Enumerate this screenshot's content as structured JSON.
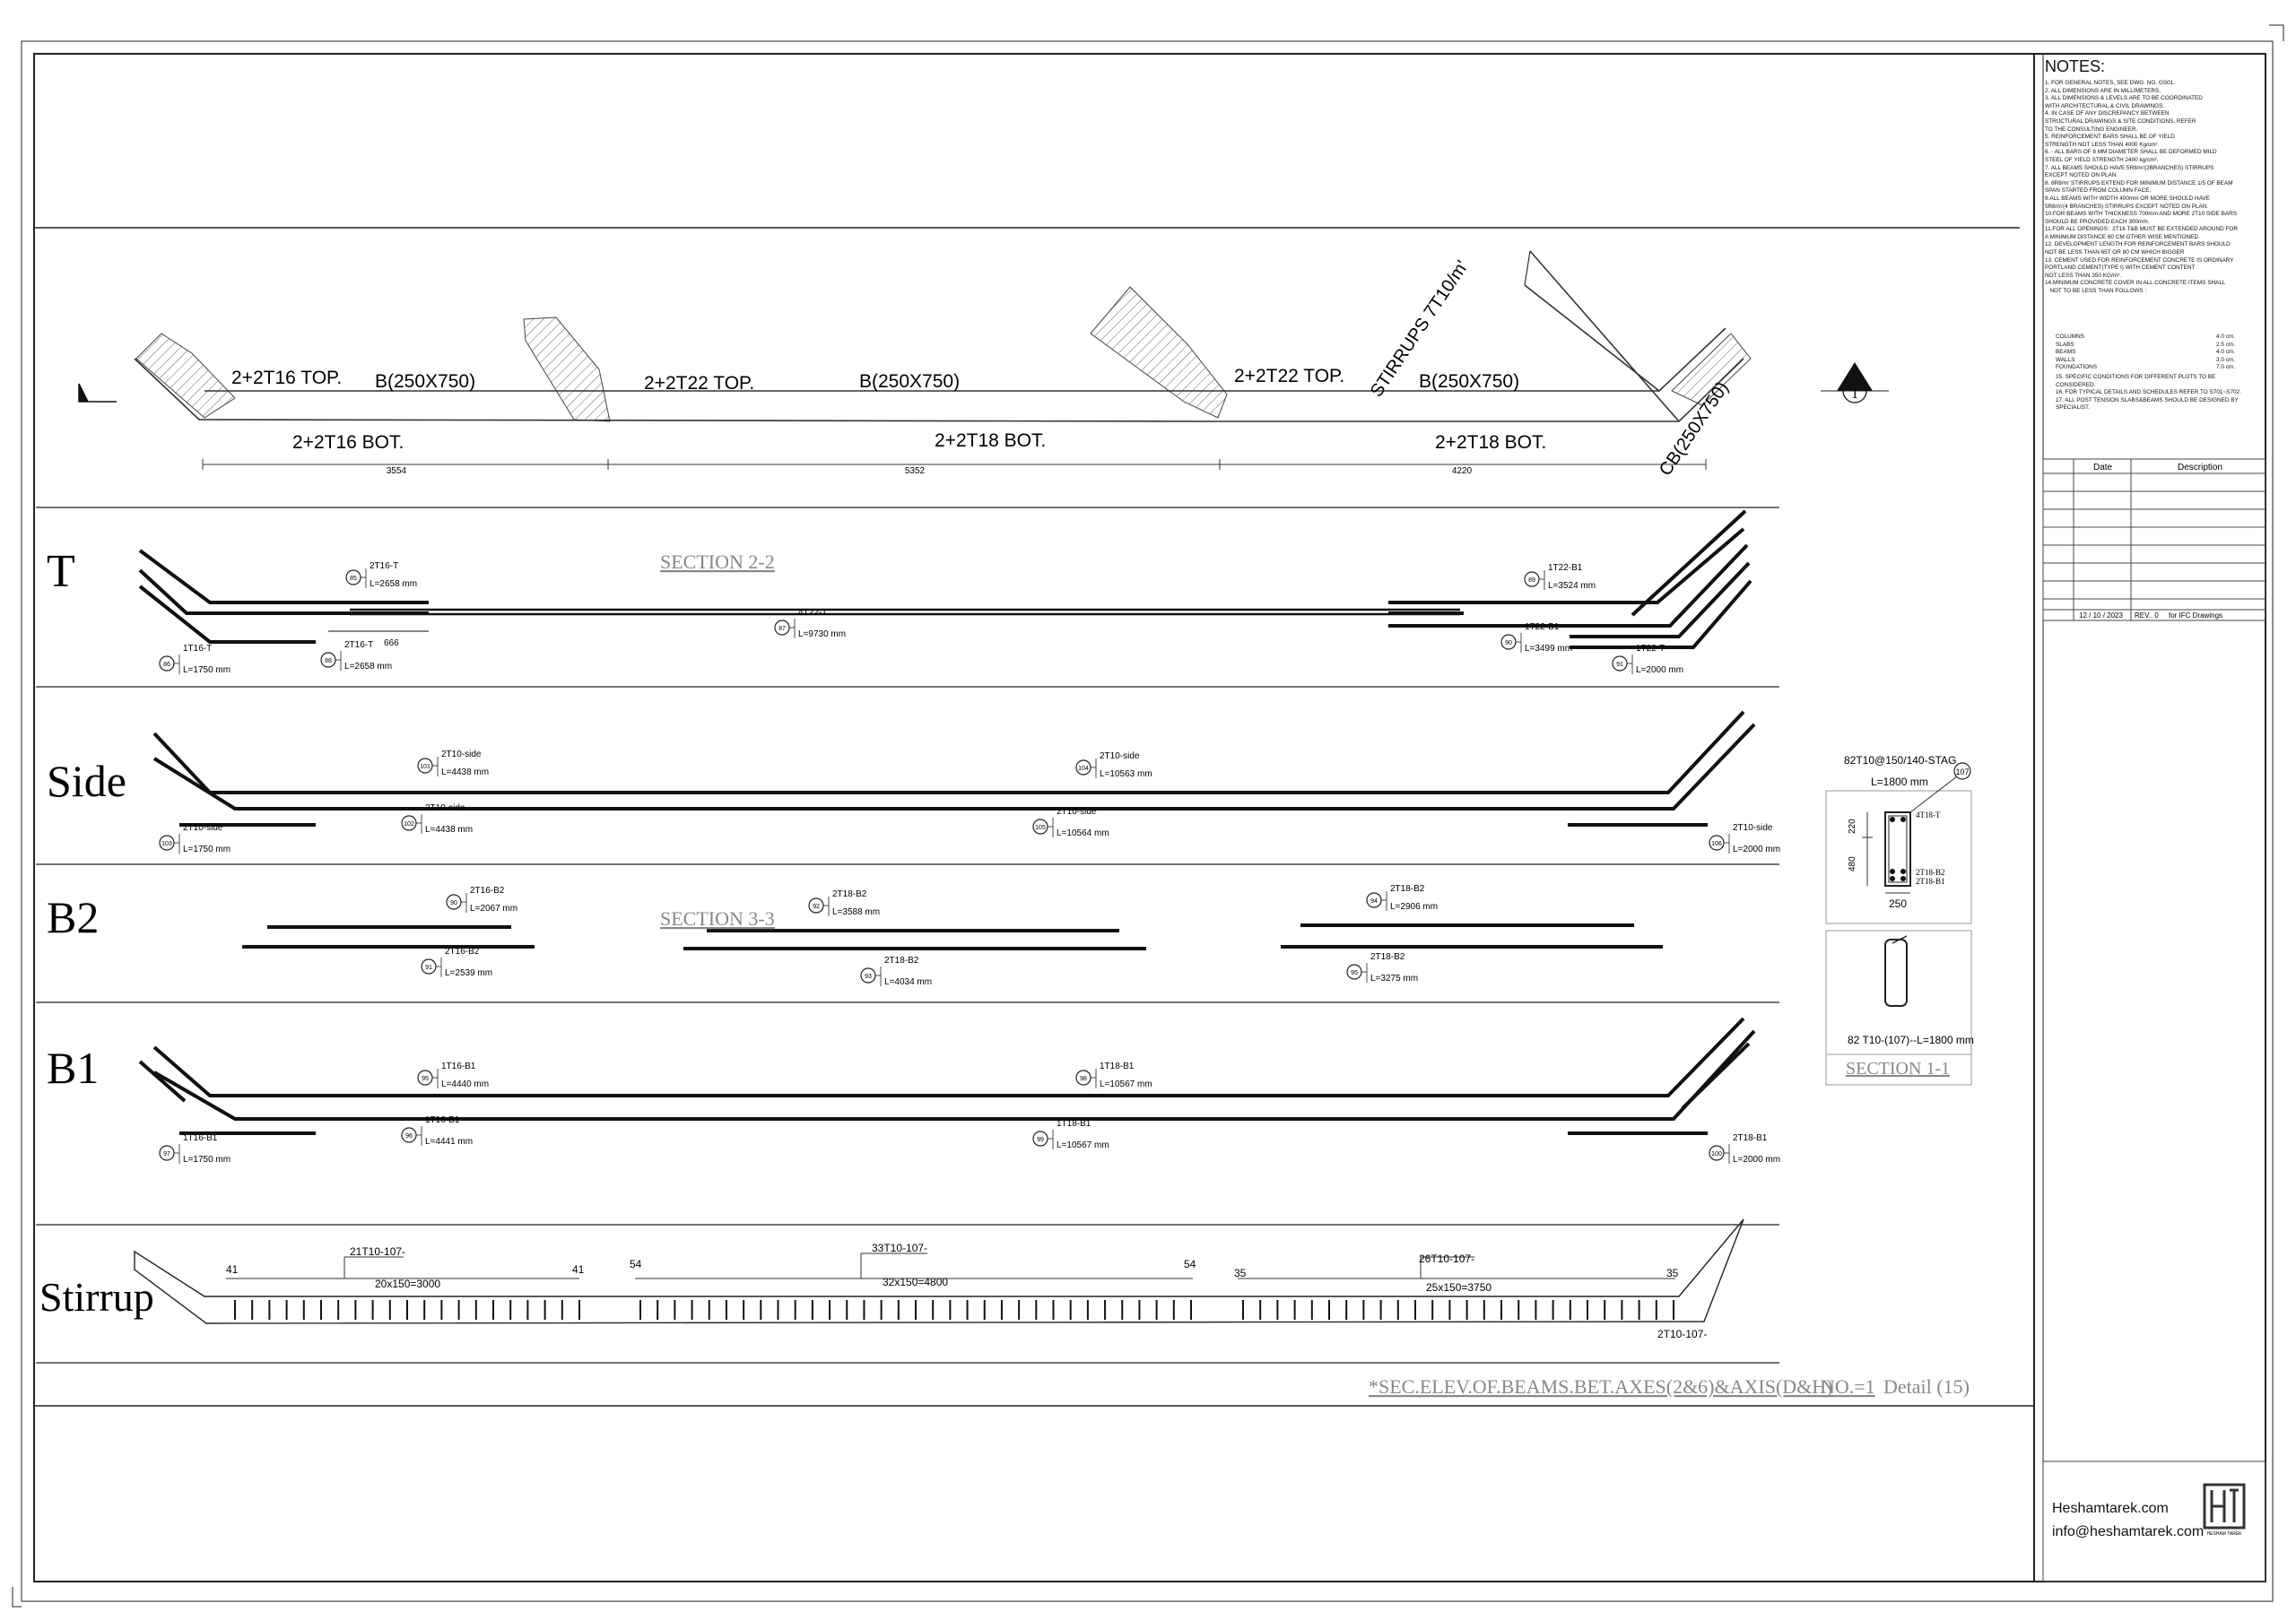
{
  "notes": {
    "title": "NOTES:",
    "lines": [
      "1. FOR GENERAL NOTES, SEE DWG. NO. GS01.",
      "2. ALL DIMENSIONS ARE IN MILLIMETERS.",
      "3. ALL DIMENSIONS & LEVELS ARE TO BE COORDINATED",
      "WITH ARCHITECTURAL & CIVIL DRAWINGS.",
      "4. IN CASE OF ANY DISCREPANCY BETWEEN",
      "STRUCTURAL DRAWINGS & SITE CONDITIONS, REFER",
      "TO THE CONSULTING ENGINEER.",
      "5. REINFORCEMENT BARS SHALL BE OF YIELD",
      "STRENGTH NOT LESS THAN 4000 Kg/cm².",
      "6. - ALL BARS OF 8 MM DIAMETER SHALL BE DEFORMED MILD",
      "STEEL OF YIELD STRENGTH 2400 kg/cm².",
      "7. ALL BEAMS SHOULD HAVE 5R8/m'(2BRANCHES) STIRRUPS",
      "EXCEPT NOTED ON PLAN.",
      "8. 8R8/m' STIRRUPS EXTEND FOR MINIMUM DISTANCE 1/5 OF BEAM",
      "SPAN STARTED FROM COLUMN FACE.",
      "9.ALL BEAMS WITH WIDTH 400mm OR MORE SHOULD HAVE",
      "5R8/m'(4 BRANCHES) STIRRUPS EXCEPT NOTED ON PLAN.",
      "10.FOR BEAMS WITH THICKNESS 700mm AND MORE 2T10 SIDE BARS",
      "SHOULD BE PROVIDED EACH 300mm.",
      "11.FOR ALL OPENINGS : 2T16 T&B MUST BE EXTENDED AROUND FOR",
      "A MINIMUM DISTANCE 60 CM OTHER WISE MENTIONED.",
      "12. DEVELOPMENT LENGTH FOR REINFORCEMENT BARS SHOULD",
      "NOT BE LESS THAN 65T OR 80 CM WHICH BIGGER",
      "13. CEMENT USED FOR REINFORCEMENT CONCRETE IS ORDINARY",
      "PORTLAND CEMENT(TYPE I) WITH CEMENT CONTENT",
      "NOT LESS THAN 350 KG/m³.",
      "14.MINIMUM CONCRETE COVER IN ALL CONCRETE ITEMS SHALL",
      "   NOT TO BE LESS THAN FOLLOWS :"
    ],
    "covers": [
      {
        "item": "COLUMNS",
        "value": "4.0 cm."
      },
      {
        "item": "SLABS",
        "value": "2.5 cm."
      },
      {
        "item": "BEAMS",
        "value": "4.0 cm."
      },
      {
        "item": "WALLS",
        "value": "3.0 cm."
      },
      {
        "item": "FOUNDATIONS",
        "value": "7.0 cm."
      }
    ],
    "tail": [
      "15. SPECIFIC CONDITIONS FOR DIFFERENT PLOTS TO BE",
      "CONSIDERED.",
      "16. FOR TYPICAL DETAILS AND SCHEDULES REFER TO S701~S702.",
      "17. ALL POST TENSION SLABS&BEAMS SHOULD BE DESIGNED BY",
      "SPECIALIST."
    ]
  },
  "revision": {
    "headers": [
      "Date",
      "Description"
    ],
    "entry": {
      "date": "12 / 10 / 2023",
      "rev": "REV.. 0",
      "description": "for IFC Drawings"
    }
  },
  "contact": {
    "website": "Heshamtarek.com",
    "email": "info@heshamtarek.com",
    "logo_text": "HESHAM TAREK"
  },
  "elevation": {
    "labels": {
      "top1": "2+2T16 TOP.",
      "beam1": "B(250X750)",
      "top2": "2+2T22 TOP.",
      "beam2": "B(250X750)",
      "top3": "2+2T22 TOP.",
      "beam3": "B(250X750)",
      "stirrups": "STIRRUPS 7T10/m'",
      "bot1": "2+2T16 BOT.",
      "bot2": "2+2T18 BOT.",
      "bot3": "2+2T18 BOT.",
      "cb": "CB(250X750)"
    },
    "spans": [
      "3554",
      "5352",
      "4220"
    ],
    "section_mark": "1"
  },
  "rows": {
    "t": "T",
    "side": "Side",
    "b2": "B2",
    "b1": "B1",
    "stirrup": "Stirrup"
  },
  "bars": {
    "t": {
      "section": "SECTION 2-2",
      "b1": {
        "num": "85",
        "name": "2T16-T",
        "len": "L=2658 mm"
      },
      "b2": {
        "num": "88",
        "name": "2T16-T",
        "len": "L=2658 mm"
      },
      "b3": {
        "num": "86",
        "name": "1T16-T",
        "len": "L=1750 mm"
      },
      "dim": "666",
      "b4": {
        "num": "87",
        "name": "4T22-T",
        "len": "L=9730 mm"
      },
      "b5": {
        "num": "89",
        "name": "1T22-B1",
        "len": "L=3524 mm"
      },
      "b6": {
        "num": "90",
        "name": "1T22-B1",
        "len": "L=3499 mm"
      },
      "b7": {
        "num": "91",
        "name": "1T22-T",
        "len": "L=2000 mm"
      }
    },
    "side": {
      "b1": {
        "num": "101",
        "name": "2T10-side",
        "len": "L=4438 mm"
      },
      "b2": {
        "num": "102",
        "name": "2T10-side",
        "len": "L=4438 mm"
      },
      "b3": {
        "num": "103",
        "name": "2T10-side",
        "len": "L=1750 mm"
      },
      "b4": {
        "num": "104",
        "name": "2T10-side",
        "len": "L=10563 mm"
      },
      "b5": {
        "num": "105",
        "name": "2T10-side",
        "len": "L=10564 mm"
      },
      "b6": {
        "num": "106",
        "name": "2T10-side",
        "len": "L=2000 mm"
      }
    },
    "b2": {
      "section": "SECTION 3-3",
      "b1": {
        "num": "90",
        "name": "2T16-B2",
        "len": "L=2067 mm"
      },
      "b2": {
        "num": "91",
        "name": "2T16-B2",
        "len": "L=2539 mm"
      },
      "b3": {
        "num": "92",
        "name": "2T18-B2",
        "len": "L=3588 mm"
      },
      "b4": {
        "num": "93",
        "name": "2T18-B2",
        "len": "L=4034 mm"
      },
      "b5": {
        "num": "94",
        "name": "2T18-B2",
        "len": "L=2906 mm"
      },
      "b6": {
        "num": "95",
        "name": "2T18-B2",
        "len": "L=3275 mm"
      }
    },
    "b1": {
      "b1": {
        "num": "95",
        "name": "1T16-B1",
        "len": "L=4440 mm"
      },
      "b2": {
        "num": "96",
        "name": "1T16-B1",
        "len": "L=4441 mm"
      },
      "b3": {
        "num": "97",
        "name": "1T16-B1",
        "len": "L=1750 mm"
      },
      "b4": {
        "num": "98",
        "name": "1T18-B1",
        "len": "L=10567 mm"
      },
      "b5": {
        "num": "99",
        "name": "1T18-B1",
        "len": "L=10567 mm"
      },
      "b6": {
        "num": "100",
        "name": "2T18-B1",
        "len": "L=2000 mm"
      }
    },
    "stirrup": {
      "s1": {
        "end_left": "41",
        "end_right": "41",
        "name": "21T10-107-",
        "spacing": "20x150=3000",
        "count": 21
      },
      "s2": {
        "end_left": "54",
        "end_right": "54",
        "name": "33T10-107-",
        "spacing": "32x150=4800",
        "count": 33
      },
      "s3": {
        "end_left": "35",
        "end_right": "35",
        "name": "26T10-107-",
        "spacing": "25x150=3750",
        "count": 26
      },
      "end_name": "2T10-107-"
    }
  },
  "section11": {
    "header": "82T10@150/140-STAG",
    "length": "L=1800 mm",
    "num": "107",
    "dims": {
      "d1": "220",
      "d2": "480",
      "width": "250"
    },
    "top_label": "4T18-T",
    "bot_label1": "2T18-B2",
    "bot_label2": "2T18-B1",
    "stirrup_text": "82 T10-(107)--L=1800 mm",
    "title": "SECTION 1-1"
  },
  "title_block": {
    "title": "*SEC.ELEV.OF.BEAMS.BET.AXES(2&6)&AXIS(D&H)",
    "no": "NO.=1",
    "detail": "Detail (15)"
  }
}
